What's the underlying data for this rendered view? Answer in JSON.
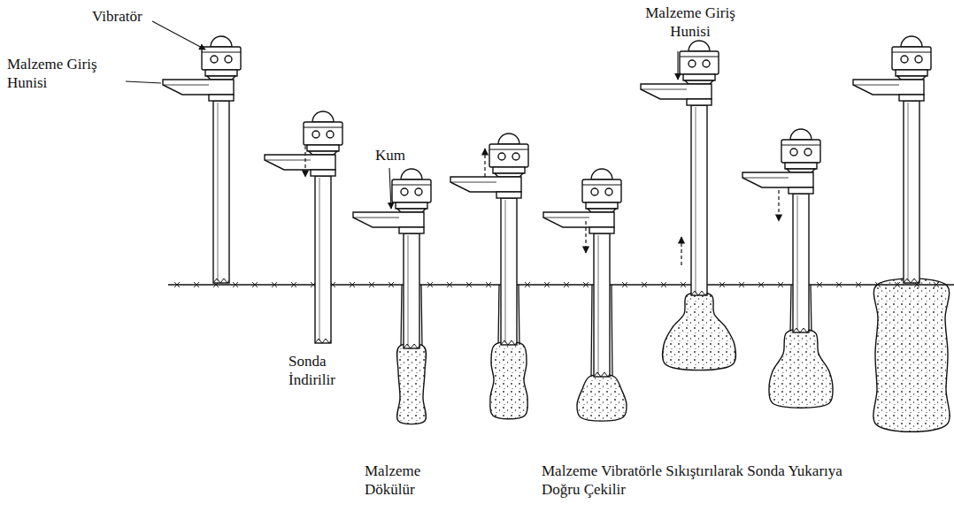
{
  "diagram": {
    "labels": [
      "Vibratör",
      "Malzeme Giriş Hunisi",
      "Kum",
      "Sonda İndirilir",
      "Malzeme Dökülür",
      "Malzeme Giriş Hunisi",
      "Malzeme Vibratörle Sıkıştırılarak Sonda Yukarıya Doğru Çekilir"
    ]
  }
}
